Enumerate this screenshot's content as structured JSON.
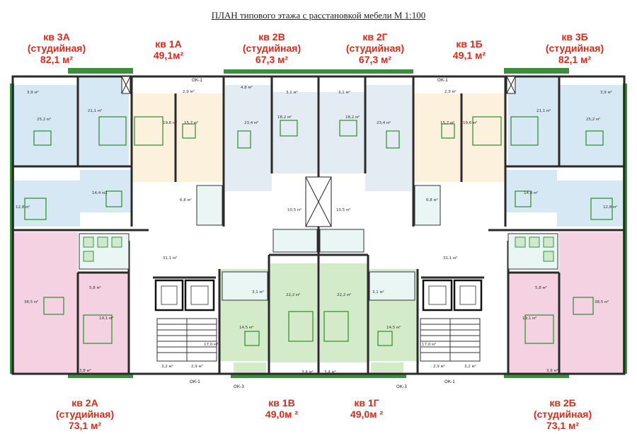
{
  "title": "ПЛАН  типового этажа с расстановкой мебели М 1:100",
  "apartments": {
    "a3A": {
      "name": "кв 3А",
      "type": "(студийная)",
      "area": "82,1 м²"
    },
    "a1A": {
      "name": "кв 1А",
      "type": "",
      "area": "49,1м²"
    },
    "a2V": {
      "name": "кв 2В",
      "type": "(студийная)",
      "area": "67,3 м²"
    },
    "a2G": {
      "name": "кв 2Г",
      "type": "(студийная)",
      "area": "67,3 м²"
    },
    "a1B": {
      "name": "кв 1Б",
      "type": "",
      "area": "49,1 м²"
    },
    "a3B": {
      "name": "кв 3Б",
      "type": "(студийная)",
      "area": "82,1 м²"
    },
    "a2A": {
      "name": "кв 2А",
      "type": "(студийная)",
      "area": "73,1 м²"
    },
    "a1V": {
      "name": "кв 1В",
      "type": "",
      "area": "49,0м ²"
    },
    "a1G": {
      "name": "кв 1Г",
      "type": "",
      "area": "49,0м ²"
    },
    "a2B": {
      "name": "кв 2Б",
      "type": "(студийная)",
      "area": "73,1 м²"
    }
  },
  "window_marks": {
    "ok1": "ОК-1",
    "ok3": "ОК-3"
  },
  "room_areas": {
    "r3_3A": "25,2 м²",
    "r4_3A": "21,1 м²",
    "r7_3A": "3,9 м²",
    "r1_3A": "14,4 м2",
    "r2_3A": "12,8 м²",
    "r3_1A": "19,6 м²",
    "r2_1A": "15,7 м²",
    "r1_1A": "6,8 м²",
    "r7_1A": "2,9 м²",
    "r2_2V": "23,4 м²",
    "r3_2V": "18,2 м²",
    "r7_2V": "3,1 м²",
    "r8_2V": "4,8 м²",
    "r1_2V": "10,5 м²",
    "r3_2G": "18,2 м²",
    "r2_2G": "23,4 м²",
    "r7_2G": "3,1 м²",
    "r1_2G": "10,5 м²",
    "r2_1B": "15,7 м²",
    "r3_1B": "19,6 м²",
    "r1_1B": "6,8 м²",
    "r7_1B": "2,9 м²",
    "r4_3B": "21,1 м²",
    "r3_3B": "25,2 м²",
    "r7_3B": "3,9 м²",
    "r1_3B": "14,4 м²",
    "r2_3B": "12,8 м²",
    "hallL": "31,1 м²",
    "hallR": "31,1 м²",
    "r2_2A": "38,5 м²",
    "r3_2A": "19,1 м²",
    "r1_2A": "5,8 м²",
    "r6_2A": "3,8 м²",
    "r1_1V": "3,1 м²",
    "r2_1V": "14,5 м²",
    "r3_1V": "22,2 м²",
    "r6_1V": "3,4 м²",
    "r3_1G": "22,2 м²",
    "r1_1G": "3,1 м²",
    "r2_1G": "14,5 м²",
    "r6_1G": "3,4 м²",
    "r1_2B": "5,8 м²",
    "r3_2B": "19,1 м²",
    "r2_2B": "38,5 м²",
    "r6_2B": "3,9 м²",
    "stairL": "17,0 м²",
    "stairR": "17,0 м²",
    "smallL1": "3,2 м²",
    "smallL2": "2,9 м²",
    "smallR1": "3,2 м²",
    "smallR2": "2,9 м²"
  }
}
